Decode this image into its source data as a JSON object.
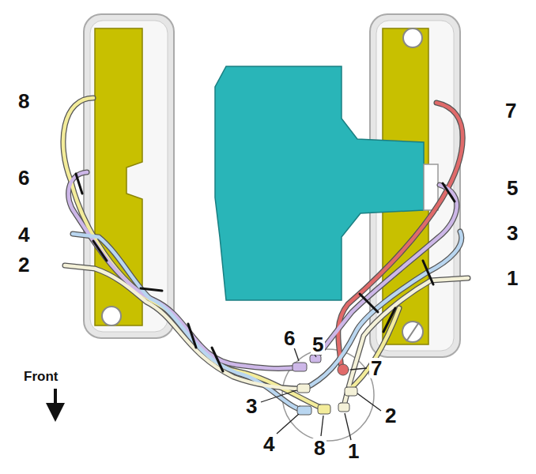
{
  "diagram": {
    "labels": [
      "8",
      "7",
      "6",
      "5",
      "4",
      "3",
      "2",
      "1",
      "6",
      "5",
      "7",
      "Front",
      "3",
      "2",
      "4",
      "8",
      "1"
    ]
  }
}
